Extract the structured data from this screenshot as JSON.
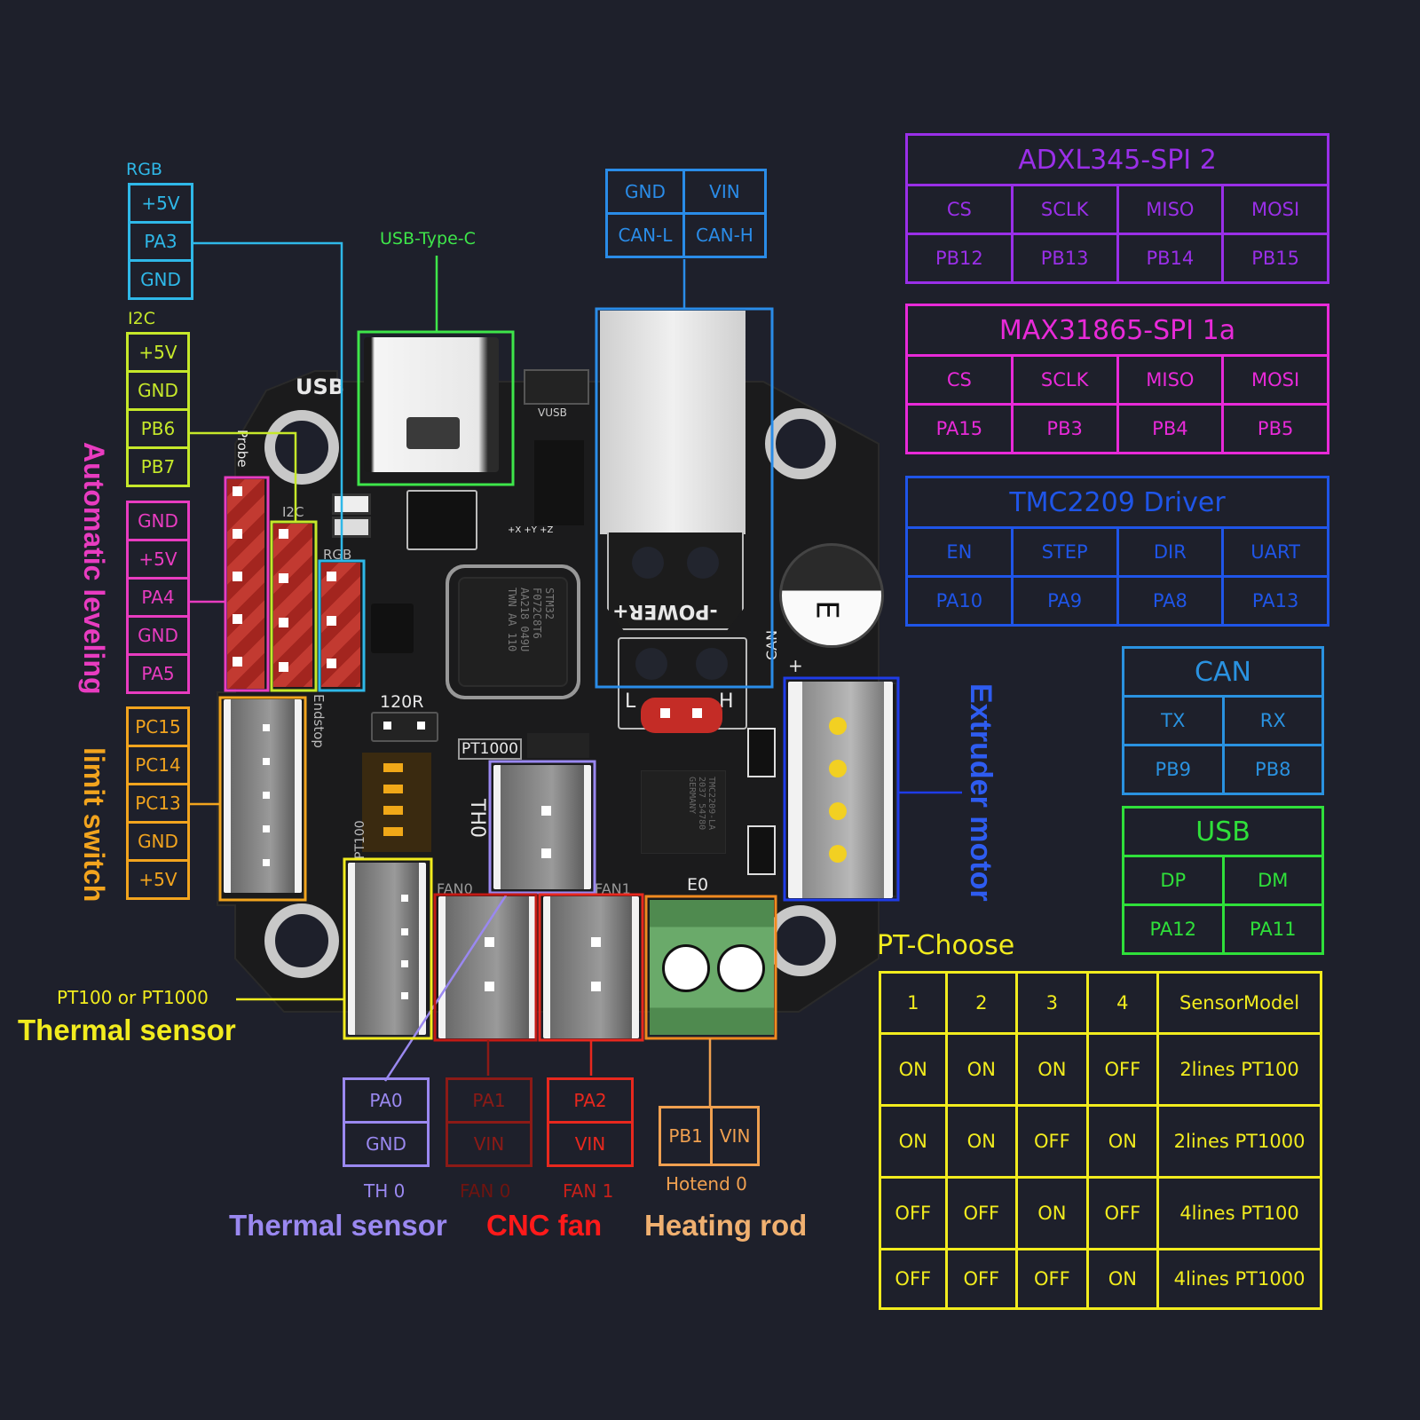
{
  "colors": {
    "background": "#1e202b",
    "rgb": "#2fb8e8",
    "i2c": "#c6e82a",
    "probe": "#e83cc0",
    "endstop": "#f2a41e",
    "usb_c": "#3ee64a",
    "power_can": "#2a8ce8",
    "adxl": "#9a2fe8",
    "max31865": "#e82ad8",
    "tmc2209": "#1f55e8",
    "can": "#2a92e0",
    "usb": "#2fe03a",
    "pt_choose": "#f2ec1e",
    "thermal_th0": "#9a88f0",
    "fan0": "#8c1a16",
    "fan1": "#e8281e",
    "hotend": "#f0a050",
    "thermal_pt": "#f2ec1e",
    "extruder": "#2e5cf0"
  },
  "left": {
    "rgb": {
      "title": "RGB",
      "pins": [
        "+5V",
        "PA3",
        "GND"
      ]
    },
    "i2c": {
      "title": "I2C",
      "pins": [
        "+5V",
        "GND",
        "PB6",
        "PB7"
      ]
    },
    "probe": {
      "pins": [
        "GND",
        "+5V",
        "PA4",
        "GND",
        "PA5"
      ],
      "caption": "Automatic leveling"
    },
    "endstop": {
      "pins": [
        "PC15",
        "PC14",
        "PC13",
        "GND",
        "+5V"
      ],
      "caption": "limit switch"
    }
  },
  "top": {
    "usb_c_label": "USB-Type-C",
    "power_can": [
      [
        "GND",
        "VIN"
      ],
      [
        "CAN-L",
        "CAN-H"
      ]
    ]
  },
  "board": {
    "silk_usb": "USB",
    "silk_probe": "Probe",
    "silk_i2c": "I2C",
    "silk_rgb": "RGB",
    "silk_endstop": "Endstop",
    "silk_vusb": "VUSB",
    "silk_120r": "120R",
    "silk_pt1000": "PT1000",
    "silk_th0": "TH0",
    "silk_fan0": "FAN0",
    "silk_fan1": "FAN1",
    "silk_e0": "E0",
    "silk_pt100": "PT100",
    "silk_power": "-POWER+",
    "silk_can": "CAN",
    "silk_l": "L",
    "silk_h": "H",
    "silk_plus": "+",
    "mcu_text": [
      "STM32",
      "F072C8T6",
      "AA218 049U",
      "TWN AA 110"
    ],
    "driver_text": [
      "TMC2209-LA",
      "2037 54780",
      "GERMANY"
    ],
    "axes_text": "+X +Y +Z"
  },
  "right": {
    "adxl": {
      "title": "ADXL345-SPI 2",
      "headers": [
        "CS",
        "SCLK",
        "MISO",
        "MOSI"
      ],
      "pins": [
        "PB12",
        "PB13",
        "PB14",
        "PB15"
      ]
    },
    "max31865": {
      "title": "MAX31865-SPI 1a",
      "headers": [
        "CS",
        "SCLK",
        "MISO",
        "MOSI"
      ],
      "pins": [
        "PA15",
        "PB3",
        "PB4",
        "PB5"
      ]
    },
    "tmc2209": {
      "title": "TMC2209 Driver",
      "headers": [
        "EN",
        "STEP",
        "DIR",
        "UART"
      ],
      "pins": [
        "PA10",
        "PA9",
        "PA8",
        "PA13"
      ]
    },
    "can": {
      "title": "CAN",
      "headers": [
        "TX",
        "RX"
      ],
      "pins": [
        "PB9",
        "PB8"
      ]
    },
    "usb": {
      "title": "USB",
      "headers": [
        "DP",
        "DM"
      ],
      "pins": [
        "PA12",
        "PA11"
      ]
    },
    "extruder_caption": "Extruder motor"
  },
  "pt_choose": {
    "title": "PT-Choose",
    "headers": [
      "1",
      "2",
      "3",
      "4",
      "SensorModel"
    ],
    "rows": [
      [
        "ON",
        "ON",
        "ON",
        "OFF",
        "2lines PT100"
      ],
      [
        "ON",
        "ON",
        "OFF",
        "ON",
        "2lines PT1000"
      ],
      [
        "OFF",
        "OFF",
        "ON",
        "OFF",
        "4lines PT100"
      ],
      [
        "OFF",
        "OFF",
        "OFF",
        "ON",
        "4lines PT1000"
      ]
    ]
  },
  "bottom": {
    "pt_note": "PT100 or PT1000",
    "thermal_caption_left": "Thermal sensor",
    "th0": {
      "pins": [
        "PA0",
        "GND"
      ],
      "label": "TH 0"
    },
    "fan0": {
      "pins": [
        "PA1",
        "VIN"
      ],
      "label": "FAN 0"
    },
    "fan1": {
      "pins": [
        "PA2",
        "VIN"
      ],
      "label": "FAN 1"
    },
    "hotend": {
      "pins": [
        "PB1",
        "VIN"
      ],
      "label": "Hotend 0"
    },
    "captions": {
      "thermal": "Thermal sensor",
      "fan": "CNC fan",
      "heating": "Heating rod"
    }
  }
}
